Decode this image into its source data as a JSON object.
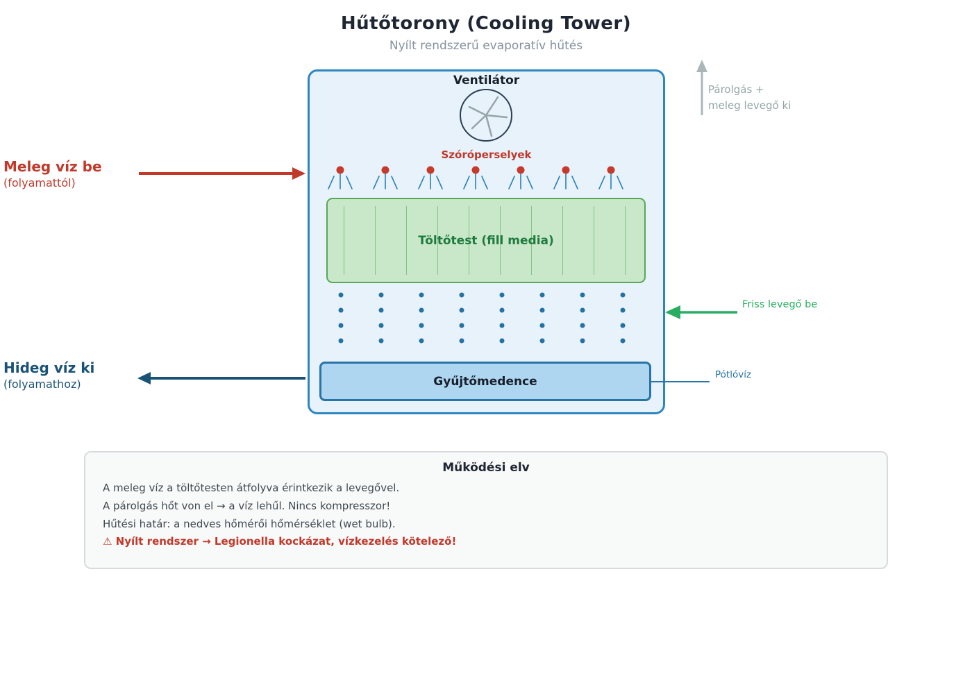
{
  "title": "Hűtőtorony (Cooling Tower)",
  "subtitle": "Nyílt rendszerű evaporatív hűtés",
  "tower": {
    "fan_label": "Ventilátor",
    "nozzles_label": "Szóróperselyek",
    "fill_label": "Töltőtest (fill media)",
    "basin_label": "Gyűjtőmedence"
  },
  "flows": {
    "hot_water_in": {
      "label": "Meleg víz be",
      "sublabel": "(folyamattól)"
    },
    "cold_water_out": {
      "label": "Hideg víz ki",
      "sublabel": "(folyamathoz)"
    },
    "evaporation_out": {
      "line1": "Párolgás +",
      "line2": "meleg levegő ki"
    },
    "fresh_air_in": {
      "label": "Friss levegő be"
    },
    "makeup_water": {
      "label": "Pótlóvíz"
    }
  },
  "principle": {
    "title": "Működési elv",
    "lines": [
      "A meleg víz a töltőtesten átfolyva érintkezik a levegővel.",
      "A párolgás hőt von el → a víz lehűl. Nincs kompresszor!",
      "Hűtési határ: a nedves hőmérői hőmérséklet (wet bulb)."
    ],
    "warning": "⚠ Nyílt rendszer → Legionella kockázat, vízkezelés kötelező!"
  },
  "colors": {
    "hot_red": "#c0392b",
    "cold_blue": "#1a5276",
    "air_green": "#27ae60",
    "evap_gray": "#aab7b8",
    "tower_fill": "#e7f2fb",
    "tower_border": "#2e86c1",
    "fill_media_fill": "#c9e8c9",
    "fill_media_border": "#57a757",
    "basin_fill": "#aed6f1",
    "basin_border": "#2874a6",
    "spray_blue": "#2980b9",
    "droplet_blue": "#2471a3"
  }
}
